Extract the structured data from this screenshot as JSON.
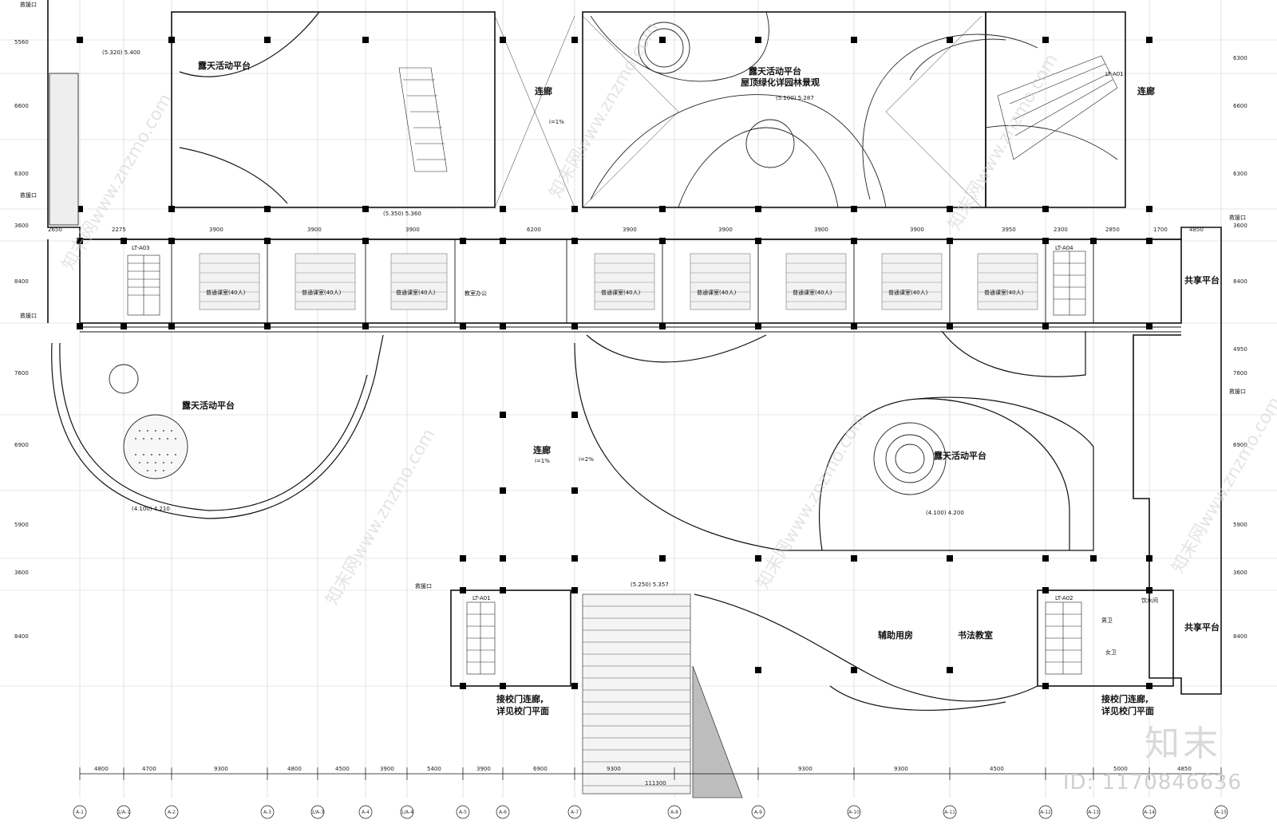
{
  "rooms": {
    "platform_top_left": "露天活动平台",
    "platform_top_mid": "露天活动平台",
    "roof_garden": "屋顶绿化详园林景观",
    "corridor_top_1": "连廊",
    "corridor_top_2": "连廊",
    "corridor_mid": "连廊",
    "platform_left": "露天活动平台",
    "platform_right": "露天活动平台",
    "shared_1": "共享平台",
    "shared_2": "共享平台",
    "aux_room": "辅助用房",
    "calligraphy": "书法教室",
    "office": "教室办公",
    "gate_link_1": "接校门连廊,",
    "gate_link_1b": "详见校门平面",
    "gate_link_2": "接校门连廊,",
    "gate_link_2b": "详见校门平面",
    "classrooms": [
      "普通课室(40人)",
      "普通课室(40人)",
      "普通课室(40人)",
      "普通课室(40人)",
      "普通课室(40人)",
      "普通课室(40人)",
      "普通课室(40人)",
      "普通课室(40人)"
    ],
    "female_wc": "女卫",
    "male_wc": "男卫",
    "water_room": "饮水间"
  },
  "stairs": [
    "LT-A03",
    "LT-A01",
    "LT-A04",
    "LT-A02",
    "LT-A01"
  ],
  "rescue": [
    "救援口",
    "救援口",
    "救援口",
    "救援口",
    "救援口",
    "救援口"
  ],
  "top_dims": [
    "2650",
    "2275",
    "3900",
    "3900",
    "3900",
    "6200",
    "3900",
    "3900",
    "3900",
    "3900",
    "3950",
    "2300",
    "2850",
    "1700",
    "4850"
  ],
  "bottom_dims": [
    "4800",
    "4700",
    "9300",
    "4800",
    "4500",
    "3900",
    "5400",
    "3900",
    "6900",
    "9300",
    "9300",
    "9300",
    "4500",
    "5000",
    "4850"
  ],
  "total_dim": "111300",
  "axis_labels": [
    "A-1",
    "1/A-1",
    "A-2",
    "A-3",
    "1/A-3",
    "A-4",
    "1/A-4",
    "A-5",
    "A-6",
    "A-7",
    "A-8",
    "A-9",
    "A-10",
    "A-11",
    "A-12",
    "A-13",
    "A-14",
    "A-15"
  ],
  "right_dims": [
    "6300",
    "6600",
    "6300",
    "3600",
    "8400",
    "4950",
    "7600",
    "6900",
    "5900",
    "3600",
    "8400"
  ],
  "left_dims": [
    "5560",
    "6600",
    "6300",
    "3600",
    "8400",
    "7600",
    "6900",
    "5900",
    "3600",
    "8400"
  ],
  "elev": [
    "(5.320) 5.400",
    "(5.100) 5.287",
    "(4.100) 4.210",
    "(5.250) 5.357",
    "(4.100) 4.200",
    "(5.350) 5.360"
  ],
  "slopes": [
    "i=1%",
    "i=2%",
    "i=1%"
  ],
  "watermark": "知末网www.znzmo.com",
  "brand": "知末",
  "id_text": "ID: 1170846636"
}
